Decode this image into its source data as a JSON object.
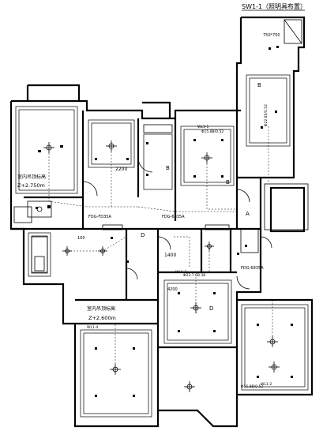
{
  "title": "SW1-1（照明具布置）",
  "labels": {
    "upper_ceiling": "室内吊顶标高",
    "upper_elev": "Z+2.750m",
    "lower_ceiling": "室内吊顶标高",
    "lower_elev": "Z+2.600m",
    "dim_2200": "2200",
    "dim_1400": "1400",
    "dim_100": "100",
    "dim_750": "750*750",
    "dim_4200": "4200",
    "tag_b1": "B",
    "tag_b2": "B",
    "tag_b3": "B",
    "tag_d1": "D",
    "tag_d2": "D",
    "tag_a": "A",
    "pwr1": "FDG-FD35A",
    "pwr2": "FDG-6835A",
    "pwr3": "FDG-6835A",
    "circ1": "WL1-1",
    "circ2": "WL1-2",
    "circ3": "WL1-3",
    "circ4": "WL1-4",
    "fuse1": "Φ15.8B/0.52",
    "fuse2": "Φ22.85/0.52",
    "fuse3": "Φ22.7.6B.38",
    "fuse4": "Φ15.8B/0.52"
  }
}
